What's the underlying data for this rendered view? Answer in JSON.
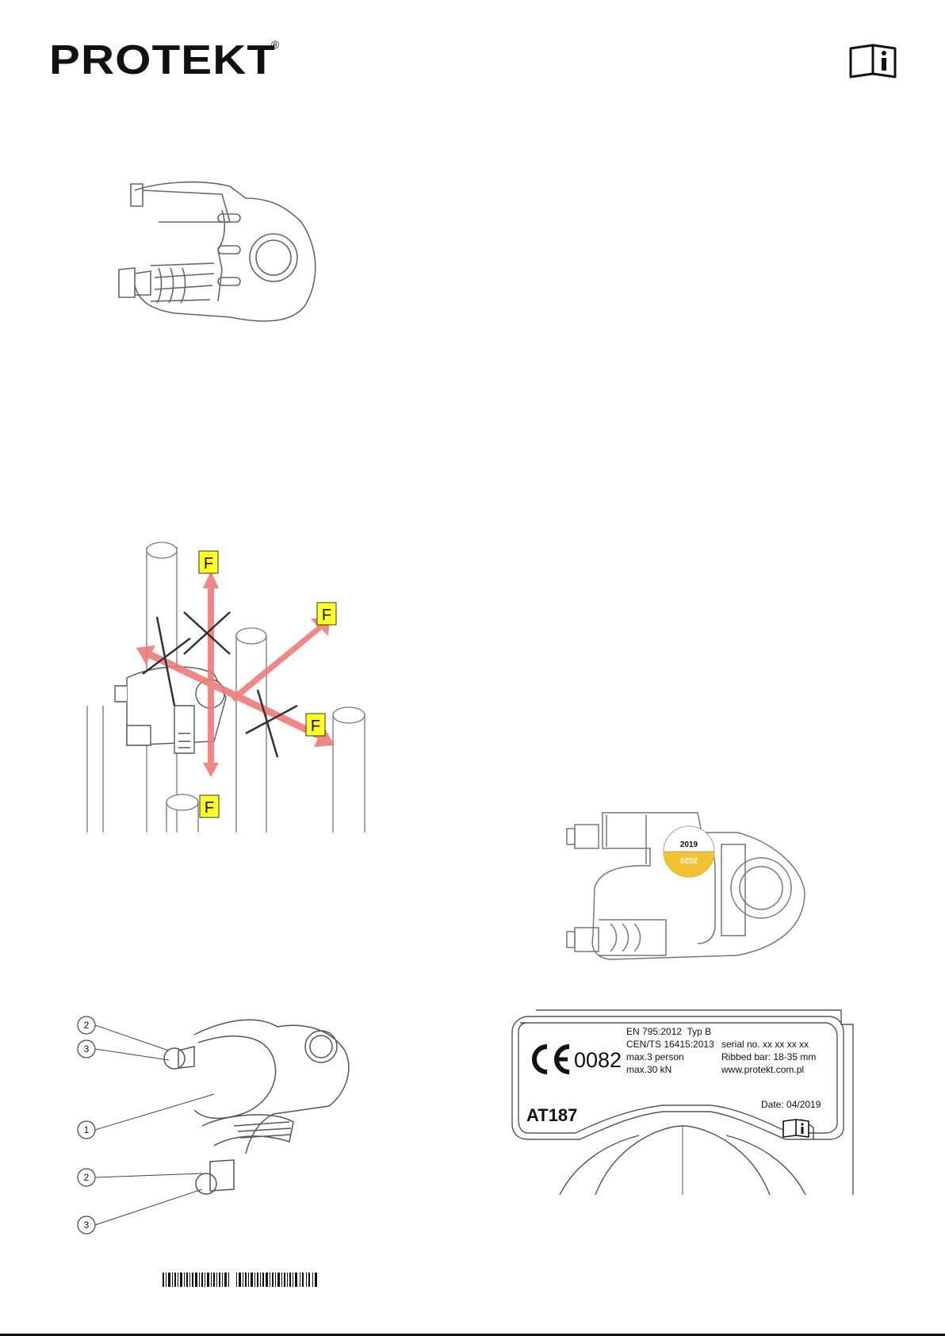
{
  "header": {
    "brand": "PROTEKT",
    "registered": "®"
  },
  "icons": {
    "manual": "manual-info-icon",
    "ce": "ce-mark-icon"
  },
  "force_diagram": {
    "labels": [
      "F",
      "F",
      "F",
      "F"
    ]
  },
  "parts_diagram": {
    "callouts": [
      "2",
      "3",
      "1",
      "2",
      "3"
    ]
  },
  "sticker": {
    "top_year": "2019",
    "bottom_year": "2020"
  },
  "marking": {
    "ce_number": "0082",
    "model": "AT187",
    "standard1": "EN 795:2012  Typ B",
    "standard2": "CEN/TS 16415:2013",
    "persons": "max.3 person",
    "load": "max.30 kN",
    "serial": "serial no. xx xx xx xx",
    "ribbed": "Ribbed bar: 18-35 mm",
    "website": "www.protekt.com.pl",
    "date": "Date: 04/2019"
  },
  "colors": {
    "arrow": "#f07a78",
    "label_bg": "#ffff22",
    "sticker": "#f2c230"
  }
}
